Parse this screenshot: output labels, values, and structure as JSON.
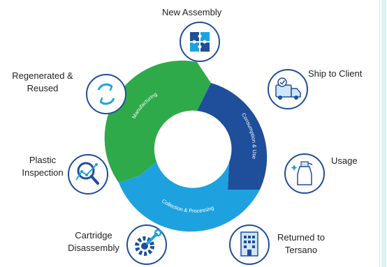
{
  "colors": {
    "manufacturing": "#2faa4a",
    "consumption": "#1f4e9a",
    "collection": "#1ea2df",
    "icon_stroke": "#1f4e9a",
    "icon_fill": "#ffffff"
  },
  "cycle": {
    "segments": [
      {
        "id": "manufacturing",
        "label": "Manufacturing"
      },
      {
        "id": "consumption",
        "label": "Consumption & Use"
      },
      {
        "id": "collection",
        "label": "Collection & Processing"
      }
    ]
  },
  "steps": [
    {
      "id": "new-assembly",
      "label": "New Assembly",
      "icon": "puzzle-icon"
    },
    {
      "id": "ship-to-client",
      "label": "Ship to Client",
      "icon": "truck-icon"
    },
    {
      "id": "usage",
      "label": "Usage",
      "icon": "spray-bottle-icon"
    },
    {
      "id": "returned-to-tersano",
      "label": "Returned to\nTersano",
      "icon": "building-icon"
    },
    {
      "id": "cartridge-disassembly",
      "label": "Cartridge\nDisassembly",
      "icon": "gear-wrench-icon"
    },
    {
      "id": "plastic-inspection",
      "label": "Plastic\nInspection",
      "icon": "magnifier-chart-icon"
    },
    {
      "id": "regenerated-reused",
      "label": "Regenerated &\nReused",
      "icon": "recycle-arrows-icon"
    }
  ]
}
